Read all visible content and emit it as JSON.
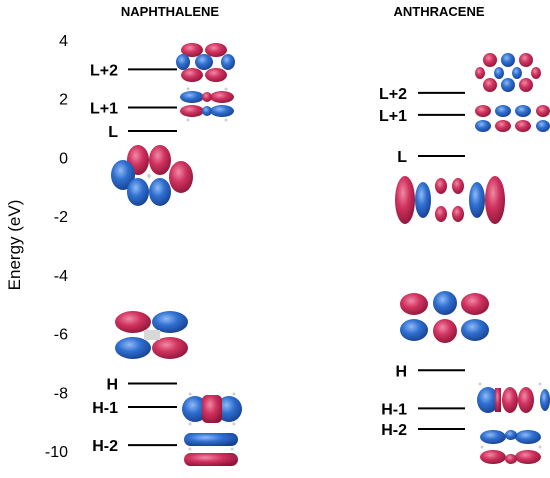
{
  "chart_data": {
    "type": "energy-level-diagram",
    "ylabel": "Energy (eV)",
    "ylim": [
      -10,
      4
    ],
    "yticks": [
      4,
      2,
      0,
      -2,
      -4,
      -6,
      -8,
      -10
    ],
    "colors": {
      "positive_lobe": "#d0335f",
      "negative_lobe": "#2f6fd0",
      "lines": "#000000"
    },
    "panels": [
      {
        "title": "NAPHTHALENE",
        "levels": [
          {
            "label": "L+2",
            "energy": 3.0
          },
          {
            "label": "L+1",
            "energy": 1.7
          },
          {
            "label": "L",
            "energy": 0.9
          },
          {
            "label": "H",
            "energy": -7.7
          },
          {
            "label": "H-1",
            "energy": -8.5
          },
          {
            "label": "H-2",
            "energy": -9.8
          }
        ]
      },
      {
        "title": "ANTHRACENE",
        "levels": [
          {
            "label": "L+2",
            "energy": 2.2
          },
          {
            "label": "L+1",
            "energy": 1.45
          },
          {
            "label": "L",
            "energy": 0.05
          },
          {
            "label": "H",
            "energy": -7.25
          },
          {
            "label": "H-1",
            "energy": -8.55
          },
          {
            "label": "H-2",
            "energy": -9.25
          }
        ]
      }
    ]
  }
}
